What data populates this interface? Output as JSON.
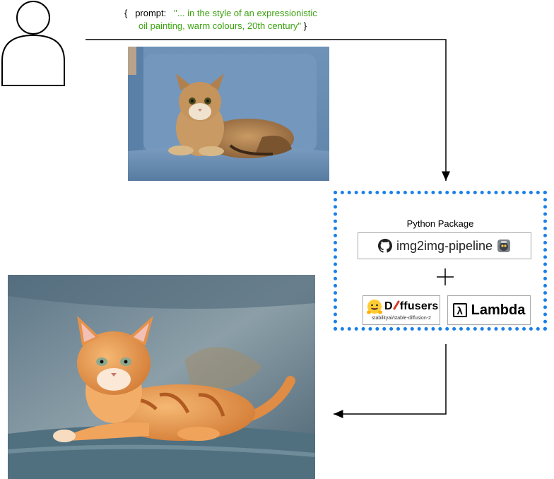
{
  "prompt": {
    "open": "{",
    "key": "prompt:",
    "value_line1": "\"... in the style of an expressionistic",
    "value_line2": "oil painting, warm colours, 20th century\"",
    "close": "}"
  },
  "package": {
    "title": "Python Package",
    "repo_name": "img2img-pipeline",
    "diffusers_name": "ffusers",
    "diffusers_prefix": "D",
    "diffusers_model": "stabilityai/stable-diffusion-2",
    "lambda_name": "Lambda"
  },
  "colors": {
    "prompt_value": "#3aa10e",
    "group_border": "#1a7fe8",
    "connector": "#000000"
  },
  "icons": {
    "user": "user-silhouette-icon",
    "repo": "github-icon",
    "repo_badge": "robot-avatar-icon",
    "plus": "plus-icon",
    "diffusers_logo": "hugging-face-icon",
    "lambda_logo": "aws-lambda-icon"
  }
}
